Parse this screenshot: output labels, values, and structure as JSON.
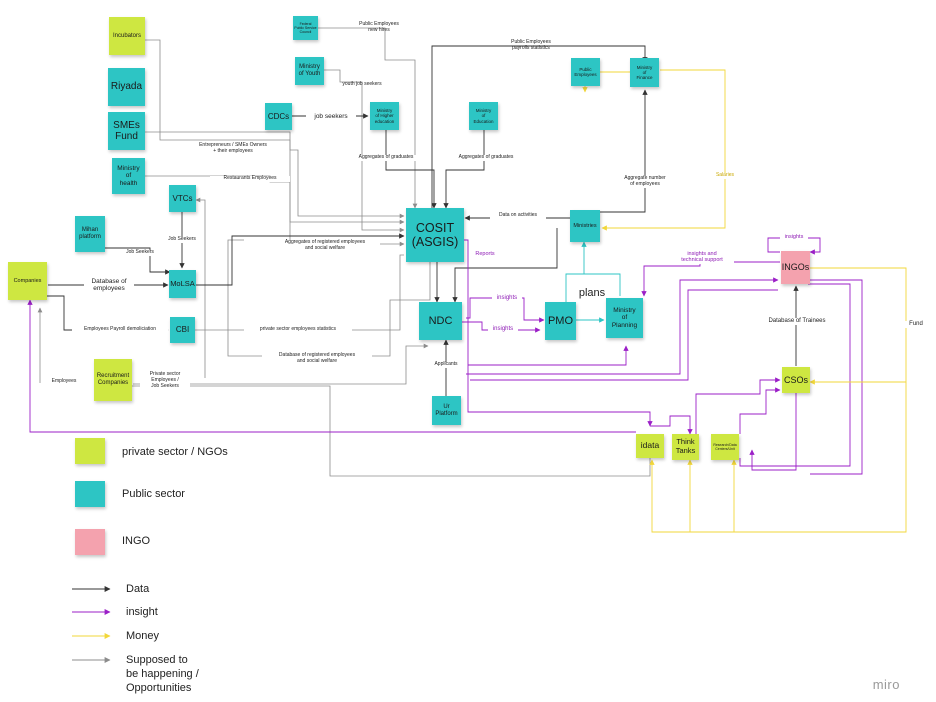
{
  "colors": {
    "private": "#cee741",
    "public": "#2dc5c4",
    "ingo": "#f4a2ae",
    "data_edge": "#333333",
    "insight_edge": "#9b1fc7",
    "money_edge": "#f2d73a",
    "supposed_edge": "#8c8c8c"
  },
  "nodes": {
    "incubators": "Incubators",
    "riyada": "Riyada",
    "smes_fund": "SMEs\nFund",
    "ministry_health": "Ministry\nof\nhealth",
    "mihan": "Mihan\nplatform",
    "companies": "Companies",
    "vtcs": "VTCs",
    "molsa": "MoLSA",
    "cbi": "CBI",
    "recruitment": "Recruitment\nCompanies",
    "federal_council": "Federal\nPublic Service\nCouncil",
    "ministry_youth": "Ministry\nof Youth",
    "cdcs": "CDCs",
    "ministry_higher_ed": "Ministry\nof Higher\neducation",
    "ministry_education": "Ministry\nof\nEducation",
    "public_employees": "Public\nEmployees",
    "ministry_finance": "Ministry\nof\nFinance",
    "cosit": "COSIT\n(ASGIS)",
    "ministries": "Ministries",
    "ndc": "NDC",
    "pmo": "PMO",
    "ministry_planning": "Ministry\nof\nPlanning",
    "ur_platform": "Ur\nPlatform",
    "ingos": "INGOs",
    "csos": "CSOs",
    "idata": "idata",
    "think_tanks": "Think\nTanks",
    "research_centers": "Research/Data\nCenters/Unit"
  },
  "edge_labels": {
    "public_new_hires": "Public Employees\nnew hires",
    "payrolls": "Public Employees\npayrolls statistics",
    "youth_job_seekers": "youth job seekers",
    "job_seekers": "job seekers",
    "entrepreneurs": "Entrepreneurs / SMEs Owners\n+ their employees",
    "agg_grad_1": "Aggregates of graduates",
    "agg_grad_2": "Aggregates of graduates",
    "restaurants": "Restaurants Employees",
    "agg_employees": "Aggregate number\nof employees",
    "salaries": "Salaries",
    "data_on_activities": "Data on activities",
    "job_seekers_mihan": "Job Seekers",
    "job_seekers_vtc": "Job Seekers",
    "agg_registered": "Aggregates of registered employees\nand social welfare",
    "db_employees": "Database of\nemployees",
    "payroll_demo": "Employees Payroll demoliciation",
    "private_stats": "private sector employees statistics",
    "db_registered": "Database of registered employees\nand social welfare",
    "employees": "Employees",
    "private_sector_emp": "Private sector\nEmployees /\nJob Seekers",
    "applicants": "Applicants",
    "reports": "Reports",
    "insights_1": "insights",
    "insights_2": "insights",
    "plans": "plans",
    "insights_tech": "insights and\ntechnical support",
    "insights_ingo": "insights",
    "db_trainees": "Database of Trainees",
    "fund": "Fund"
  },
  "legend": {
    "private": "private sector / NGOs",
    "public": "Public sector",
    "ingo": "INGO",
    "data": "Data",
    "insight": "insight",
    "money": "Money",
    "supposed": "Supposed to\nbe happening /\nOpportunities"
  },
  "watermark": "miro"
}
